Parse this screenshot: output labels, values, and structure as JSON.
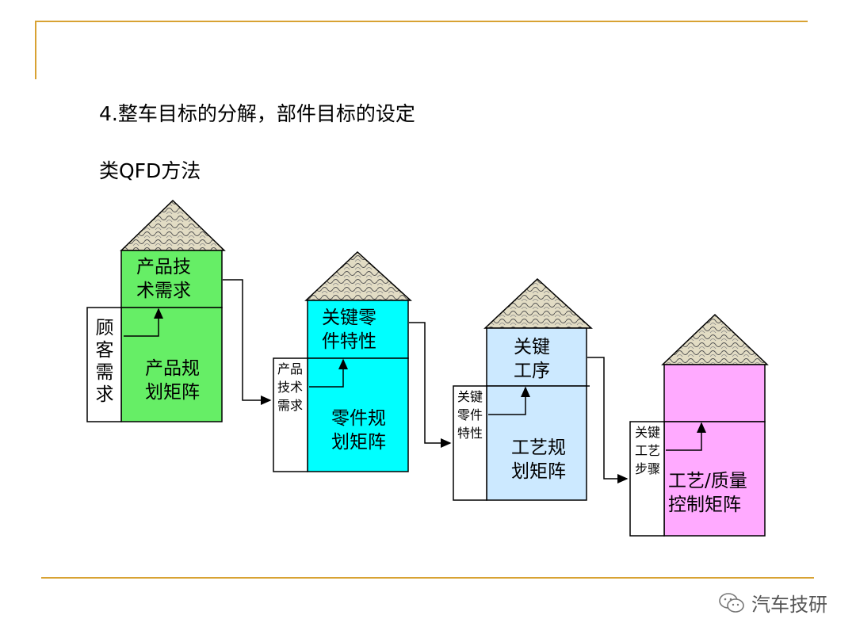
{
  "slide": {
    "heading": "4.整车目标的分解，部件目标的设定",
    "subheading": "类QFD方法"
  },
  "houses": [
    {
      "id": "product",
      "top_label": "产品技\n术需求",
      "side_label": "顾客需求",
      "matrix_label": "产品规\n划矩阵",
      "color": "#66ee66"
    },
    {
      "id": "part",
      "top_label": "关键零\n件特性",
      "side_label": "产品技术需求",
      "matrix_label": "零件规\n划矩阵",
      "color": "#00ffff"
    },
    {
      "id": "process",
      "top_label": "关键\n工序",
      "side_label": "关键零件特性",
      "matrix_label": "工艺规\n划矩阵",
      "color": "#cce9ff"
    },
    {
      "id": "control",
      "top_label": "",
      "side_label": "关键工艺步骤",
      "matrix_label": "工艺/质量\n控制矩阵",
      "color": "#ffaaff"
    }
  ],
  "colors": {
    "frame_line": "#d8a233",
    "roof_fill": "#d9d2b8"
  },
  "watermark": {
    "icon": "wechat-icon",
    "text": "汽车技研"
  }
}
